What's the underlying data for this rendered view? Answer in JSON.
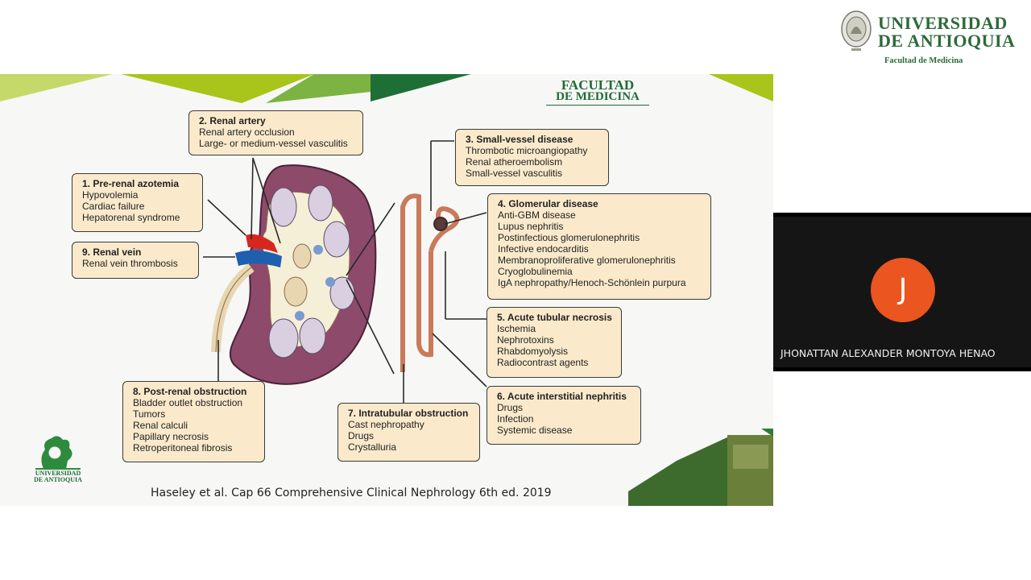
{
  "university": {
    "name_line1": "UNIVERSIDAD",
    "name_line2": "DE ANTIOQUIA",
    "faculty": "Facultad de Medicina"
  },
  "slide": {
    "header_line1": "FACULTAD",
    "header_line2": "DE MEDICINA",
    "credit": "Haseley et al. Cap 66 Comprehensive Clinical Nephrology 6th ed. 2019",
    "bottom_logo_line1": "UNIVERSIDAD",
    "bottom_logo_line2": "DE ANTIOQUIA",
    "boxes": {
      "prerenal": {
        "title": "1. Pre-renal azotemia",
        "items": [
          "Hypovolemia",
          "Cardiac failure",
          "Hepatorenal syndrome"
        ]
      },
      "artery": {
        "title": "2. Renal artery",
        "items": [
          "Renal artery occlusion",
          "Large- or medium-vessel vasculitis"
        ]
      },
      "smallvessel": {
        "title": "3. Small-vessel disease",
        "items": [
          "Thrombotic microangiopathy",
          "Renal atheroembolism",
          "Small-vessel vasculitis"
        ]
      },
      "glomerular": {
        "title": "4. Glomerular disease",
        "items": [
          "Anti-GBM disease",
          "Lupus nephritis",
          "Postinfectious glomerulonephritis",
          "Infective endocarditis",
          "Membranoproliferative glomerulonephritis",
          "Cryoglobulinemia",
          "IgA nephropathy/Henoch-Schönlein purpura"
        ]
      },
      "atn": {
        "title": "5. Acute tubular necrosis",
        "items": [
          "Ischemia",
          "Nephrotoxins",
          "Rhabdomyolysis",
          "Radiocontrast agents"
        ]
      },
      "ain": {
        "title": "6. Acute interstitial nephritis",
        "items": [
          "Drugs",
          "Infection",
          "Systemic disease"
        ]
      },
      "intratubular": {
        "title": "7. Intratubular obstruction",
        "items": [
          "Cast nephropathy",
          "Drugs",
          "Crystalluria"
        ]
      },
      "postrenal": {
        "title": "8. Post-renal obstruction",
        "items": [
          "Bladder outlet obstruction",
          "Tumors",
          "Renal calculi",
          "Papillary necrosis",
          "Retroperitoneal fibrosis"
        ]
      },
      "vein": {
        "title": "9. Renal vein",
        "items": [
          "Renal vein thrombosis"
        ]
      }
    }
  },
  "video": {
    "initial": "J",
    "participant_name": "JHONATTAN ALEXANDER MONTOYA HENAO",
    "avatar_color": "#ea5520"
  }
}
